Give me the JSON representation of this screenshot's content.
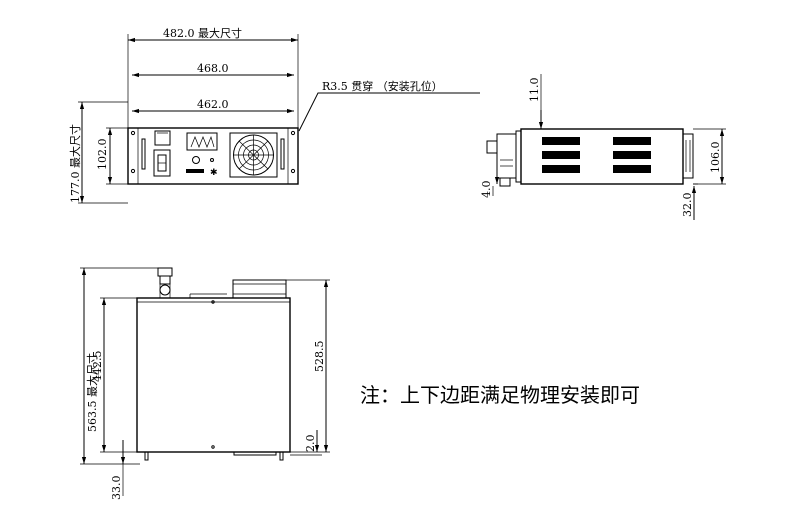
{
  "front_view": {
    "overall_width": "482.0 最大尺寸",
    "mount_width": "468.0",
    "body_width": "462.0",
    "hole_note": "R3.5 贯穿 （安装孔位）",
    "overall_height": "177.0 最大尺寸",
    "mount_height": "102.0"
  },
  "side_view": {
    "top_offset": "11.0",
    "left_offset": "4.0",
    "height": "106.0",
    "bottom_offset": "32.0"
  },
  "top_view": {
    "overall_depth": "563.5 最大尺寸",
    "body_depth": "442.5",
    "case_depth": "528.5",
    "rear_offset": "2.0",
    "foot_offset": "33.0"
  },
  "note": "注：上下边距满足物理安装即可"
}
